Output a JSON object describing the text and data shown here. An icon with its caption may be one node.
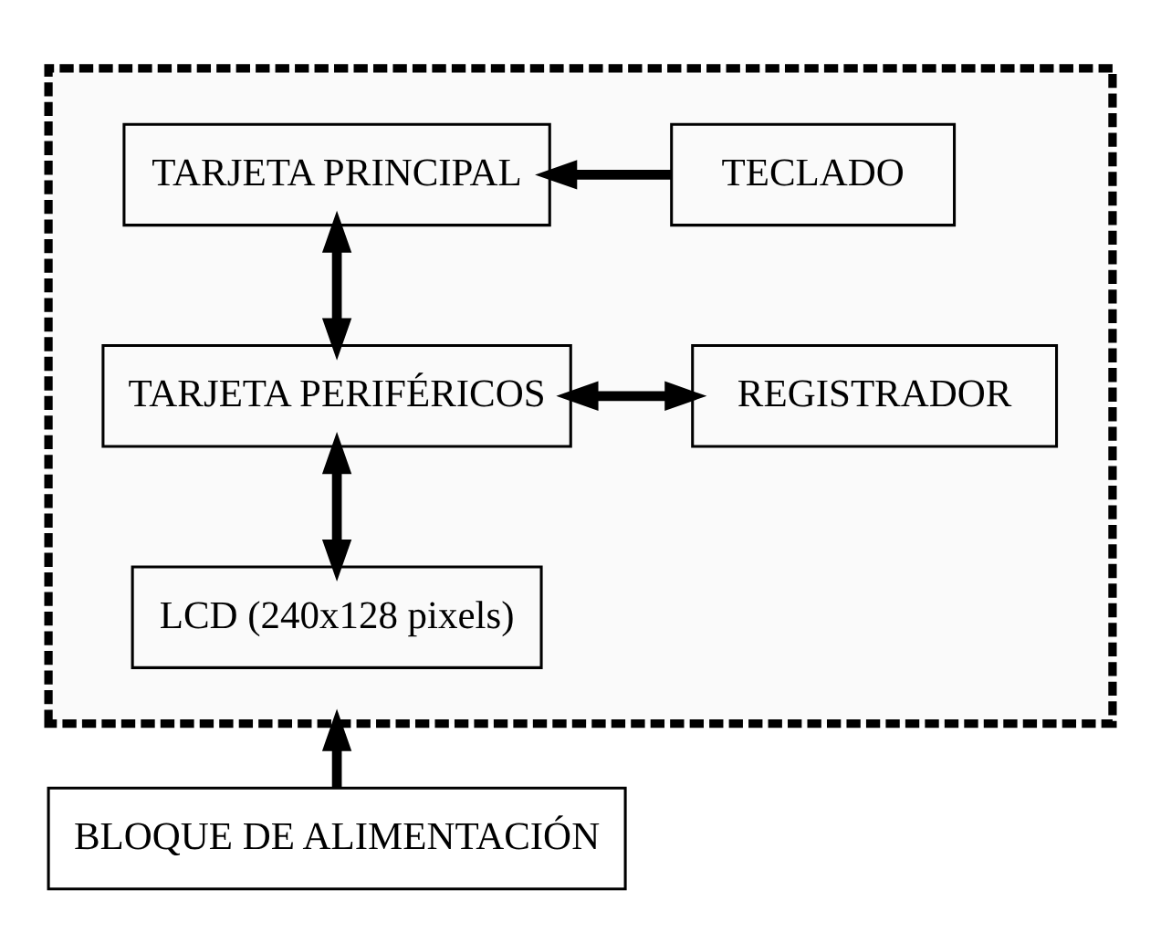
{
  "diagram": {
    "nodes": [
      {
        "text": [],
        "shape": "box"
      },
      {
        "text": [
          "TARJETA PRINCIPAL"
        ],
        "in": 0
      },
      {
        "text": [
          "TECLADO"
        ],
        "in": 0
      },
      {
        "text": [
          "TARJETA PERIFÉRICOS"
        ],
        "in": 0
      },
      {
        "text": [
          "REGISTRADOR"
        ],
        "in": 0
      },
      {
        "text": [
          "LCD (240x128 pixels)"
        ],
        "in": 0
      },
      {
        "text": [
          "BLOQUE DE ALIMENTACIÓN"
        ]
      }
    ],
    "edges": [
      {
        "from": 2,
        "to": 1,
        "arrow": "to"
      },
      {
        "from": 1,
        "to": 3,
        "arrow": "both"
      },
      {
        "from": 3,
        "to": 4,
        "arrow": "both"
      },
      {
        "from": 3,
        "to": 5,
        "arrow": "both"
      },
      {
        "from": 6,
        "to": 0,
        "arrow": "to"
      }
    ]
  }
}
